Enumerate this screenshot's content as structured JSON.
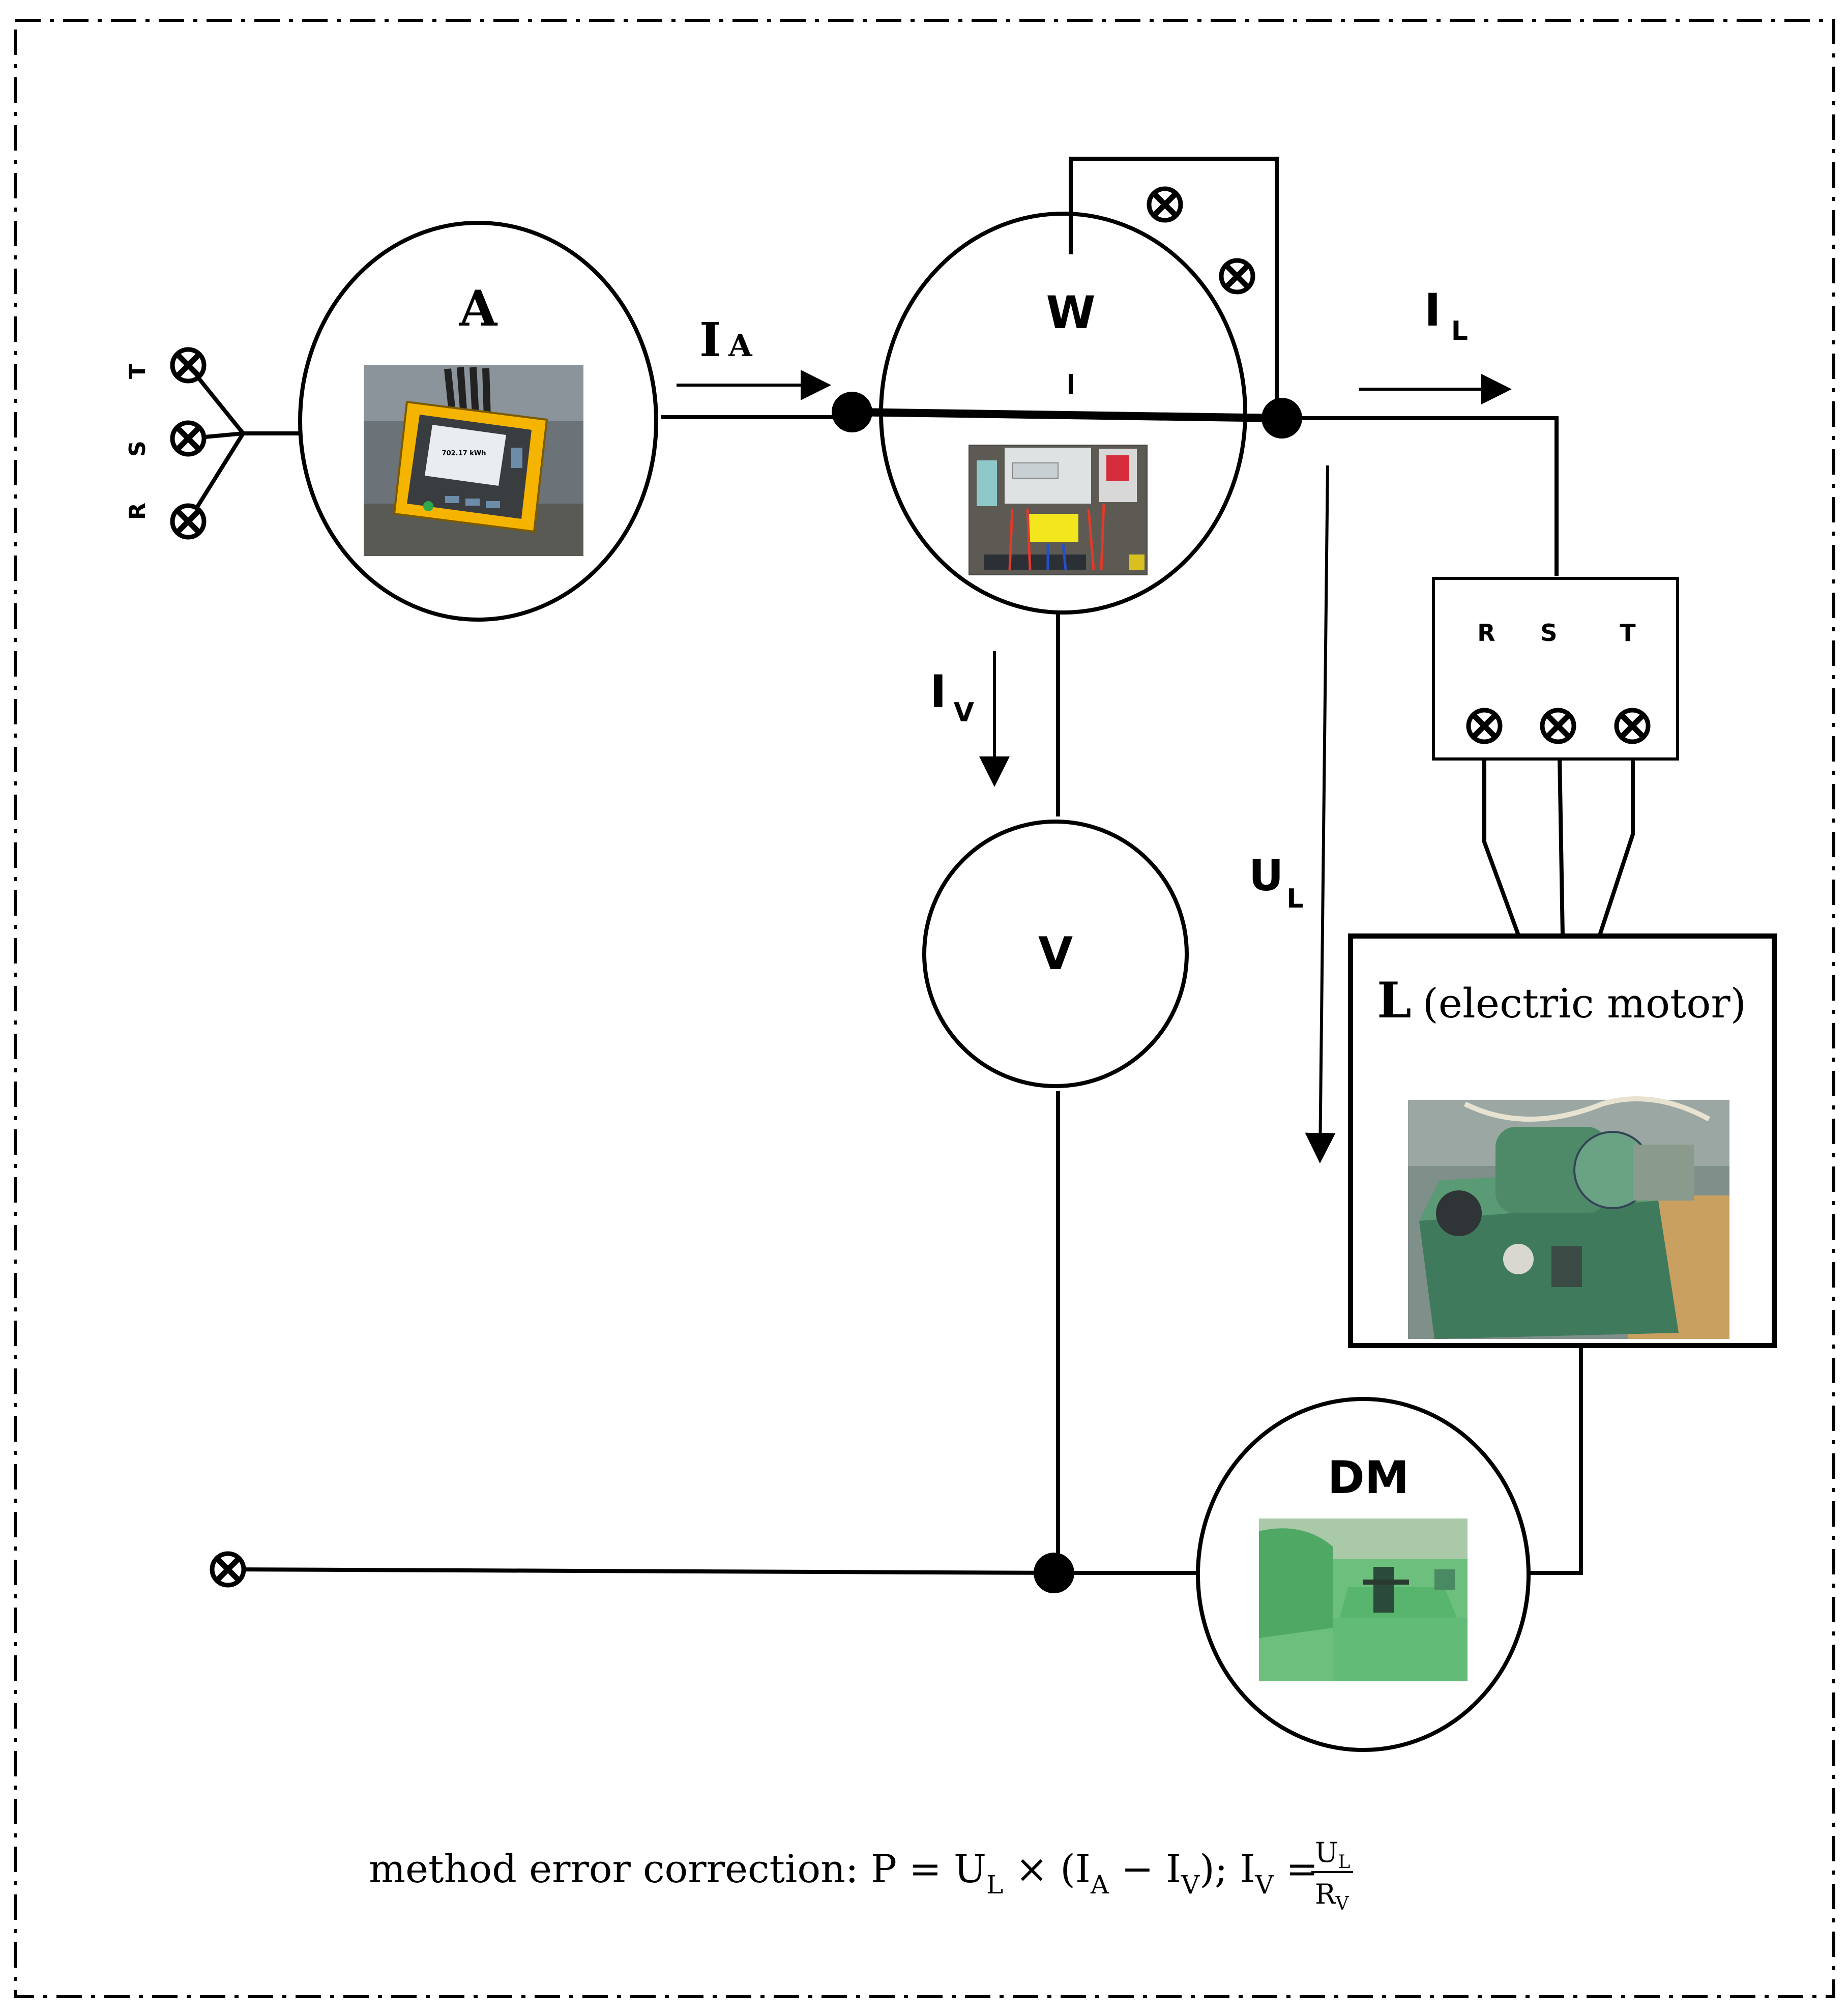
{
  "labels": {
    "ammeter": "A",
    "wattmeter": "W",
    "voltmeter": "V",
    "dm": "DM",
    "load_letter": "L",
    "load_desc": "(electric motor)",
    "current_A": "I",
    "current_A_sub": "A",
    "current_L": "I",
    "current_L_sub": "L",
    "current_V": "I",
    "current_V_sub": "V",
    "voltage_L": "U",
    "voltage_L_sub": "L",
    "source_phases": [
      "T",
      "S",
      "R"
    ],
    "box_phases": [
      "R",
      "S",
      "T"
    ]
  },
  "formula": {
    "prefix": "method error correction:  P =  U",
    "s1": "L",
    "mid1": " × (I",
    "s2": "A",
    "mid2": " − I",
    "s3": "V",
    "mid3": ");  I",
    "s4": "V",
    "eq": " =",
    "num": "U",
    "num_sub": "L",
    "den": "R",
    "den_sub": "V"
  },
  "photos": {
    "ammeter_display": "702.17 kWh"
  }
}
